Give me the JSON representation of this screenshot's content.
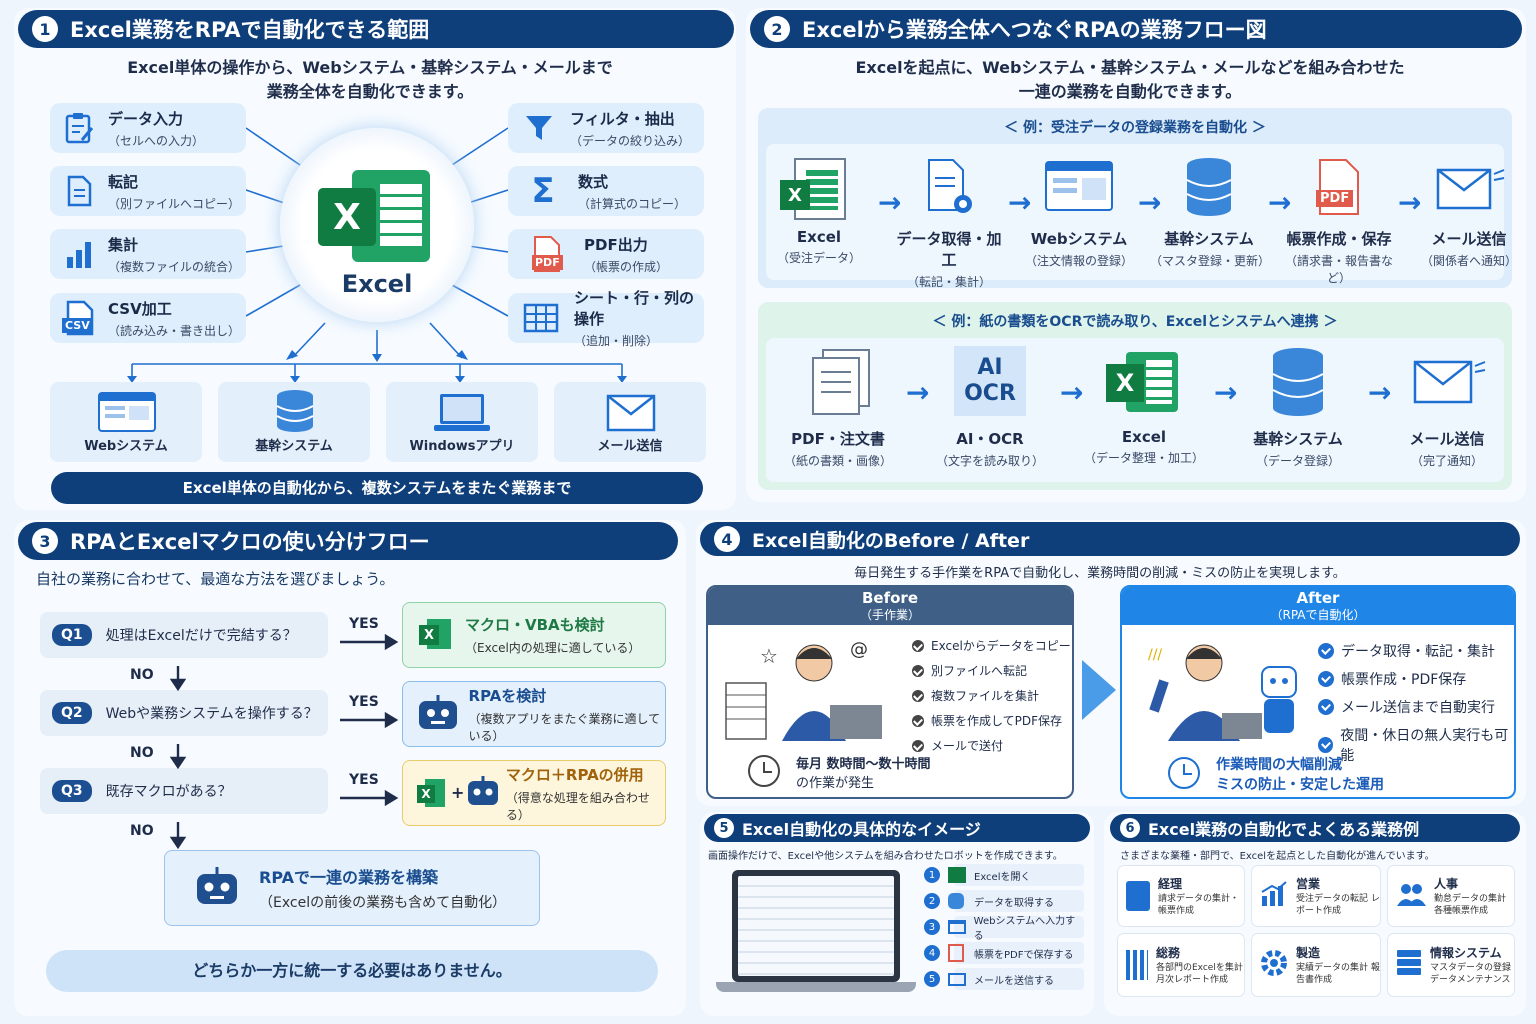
{
  "s1": {
    "num": "1",
    "title": "Excel業務をRPAで自動化できる範囲",
    "lead1": "Excel単体の操作から、Webシステム・基幹システム・メールまで",
    "lead2": "業務全体を自動化できます。",
    "center": "Excel",
    "left": [
      {
        "t": "データ入力",
        "s": "（セルへの入力）"
      },
      {
        "t": "転記",
        "s": "（別ファイルへコピー）"
      },
      {
        "t": "集計",
        "s": "（複数ファイルの統合）"
      },
      {
        "t": "CSV加工",
        "s": "（読み込み・書き出し）"
      }
    ],
    "right": [
      {
        "t": "フィルタ・抽出",
        "s": "（データの絞り込み）"
      },
      {
        "t": "数式",
        "s": "（計算式のコピー）"
      },
      {
        "t": "PDF出力",
        "s": "（帳票の作成）"
      },
      {
        "t": "シート・行・列の操作",
        "s": "（追加・削除）"
      }
    ],
    "bottom": [
      "Webシステム",
      "基幹システム",
      "Windowsアプリ",
      "メール送信"
    ],
    "banner": "Excel単体の自動化から、複数システムをまたぐ業務まで",
    "csv": "CSV",
    "pdf": "PDF",
    "x": "X"
  },
  "s2": {
    "num": "2",
    "title": "Excelから業務全体へつなぐRPAの業務フロー図",
    "lead1": "Excelを起点に、Webシステム・基幹システム・メールなどを組み合わせた",
    "lead2": "一連の業務を自動化できます。",
    "ex1": {
      "title": "＜ 例：受注データの登録業務を自動化 ＞",
      "items": [
        {
          "n": "Excel",
          "d": "（受注データ）"
        },
        {
          "n": "データ取得・加工",
          "d": "（転記・集計）"
        },
        {
          "n": "Webシステム",
          "d": "（注文情報の登録）"
        },
        {
          "n": "基幹システム",
          "d": "（マスタ登録・更新）"
        },
        {
          "n": "帳票作成・保存",
          "d": "（請求書・報告書など）"
        },
        {
          "n": "メール送信",
          "d": "（関係者へ通知）"
        }
      ]
    },
    "ex2": {
      "title": "＜ 例：紙の書類をOCRで読み取り、Excelとシステムへ連携 ＞",
      "items": [
        {
          "n": "PDF・注文書",
          "d": "（紙の書類・画像）"
        },
        {
          "n": "AI・OCR",
          "d": "（文字を読み取り）"
        },
        {
          "n": "Excel",
          "d": "（データ整理・加工）"
        },
        {
          "n": "基幹システム",
          "d": "（データ登録）"
        },
        {
          "n": "メール送信",
          "d": "（完了通知）"
        }
      ]
    },
    "ocr1": "AI",
    "ocr2": "OCR"
  },
  "s3": {
    "num": "3",
    "title": "RPAとExcelマクロの使い分けフロー",
    "lead": "自社の業務に合わせて、最適な方法を選びましょう。",
    "q": [
      {
        "tag": "Q1",
        "text": "処理はExcelだけで完結する？"
      },
      {
        "tag": "Q2",
        "text": "Webや業務システムを操作する？"
      },
      {
        "tag": "Q3",
        "text": "既存マクロがある？"
      }
    ],
    "a": [
      {
        "t": "マクロ・VBAも検討",
        "s": "（Excel内の処理に適している）"
      },
      {
        "t": "RPAを検討",
        "s": "（複数アプリをまたぐ業務に適している）"
      },
      {
        "t": "マクロ＋RPAの併用",
        "s": "（得意な処理を組み合わせる）"
      }
    ],
    "yes": "YES",
    "no": "NO",
    "final": {
      "t": "RPAで一連の業務を構築",
      "s": "（Excelの前後の業務も含めて自動化）"
    },
    "note": "どちらか一方に統一する必要はありません。"
  },
  "s4": {
    "num": "4",
    "title": "Excel自動化のBefore / After",
    "lead": "毎日発生する手作業をRPAで自動化し、業務時間の削減・ミスの防止を実現します。",
    "before": {
      "h": "Before",
      "sub": "（手作業）",
      "items": [
        "Excelからデータをコピー",
        "別ファイルへ転記",
        "複数ファイルを集計",
        "帳票を作成してPDF保存",
        "メールで送付"
      ],
      "f1": "毎月 数時間〜数十時間",
      "f2": "の作業が発生"
    },
    "after": {
      "h": "After",
      "sub": "（RPAで自動化）",
      "items": [
        "データ取得・転記・集計",
        "帳票作成・PDF保存",
        "メール送信まで自動実行",
        "夜間・休日の無人実行も可能"
      ],
      "f1": "作業時間の大幅削減",
      "f2": "ミスの防止・安定した運用"
    }
  },
  "s5": {
    "num": "5",
    "title": "Excel自動化の具体的なイメージ",
    "lead": "画面操作だけで、Excelや他システムを組み合わせたロボットを作成できます。",
    "steps": [
      "Excelを開く",
      "データを取得する",
      "Webシステムへ入力する",
      "帳票をPDFで保存する",
      "メールを送信する"
    ]
  },
  "s6": {
    "num": "6",
    "title": "Excel業務の自動化でよくある業務例",
    "lead": "さまざまな業種・部門で、Excelを起点とした自動化が進んでいます。",
    "items": [
      {
        "t": "経理",
        "s": "請求データの集計・帳票作成"
      },
      {
        "t": "営業",
        "s": "受注データの転記 レポート作成"
      },
      {
        "t": "人事",
        "s": "勤怠データの集計 各種帳票作成"
      },
      {
        "t": "総務",
        "s": "各部門のExcelを集計 月次レポート作成"
      },
      {
        "t": "製造",
        "s": "実績データの集計 報告書作成"
      },
      {
        "t": "情報システム",
        "s": "マスタデータの登録 データメンテナンス"
      }
    ]
  },
  "colors": {
    "navy": "#0f3f7a",
    "blue": "#1f6fd1",
    "green": "#1e7a45",
    "light": "#dfeefc"
  }
}
